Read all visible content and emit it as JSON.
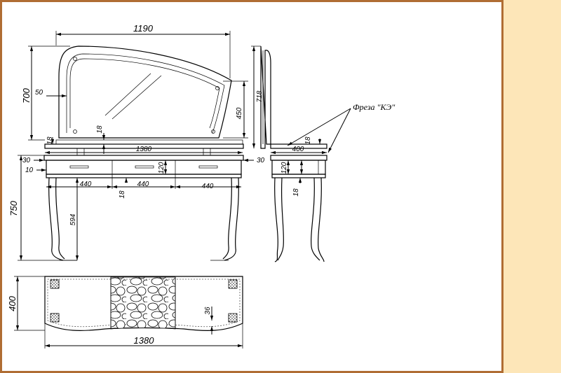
{
  "dimensions": {
    "overall_width": "1190",
    "mirror_height": "700",
    "mirror_border": "50",
    "mirror_glass_height": "450",
    "shelf_thickness": "18",
    "table_width": "1380",
    "top_offset": "30",
    "drawer_offset": "10",
    "drawer_height": "120",
    "drawer_width": "440",
    "total_height": "750",
    "leg_height": "594",
    "side_mirror_height": "718",
    "depth": "400",
    "plan_depth": "400",
    "plan_width": "1380",
    "plan_inset": "36"
  },
  "note": {
    "label": "Фреза \"КЭ\""
  },
  "colors": {
    "frame": "#b06d33",
    "sidebar": "#fde6b8",
    "paper": "#ffffff",
    "ink": "#000000"
  }
}
